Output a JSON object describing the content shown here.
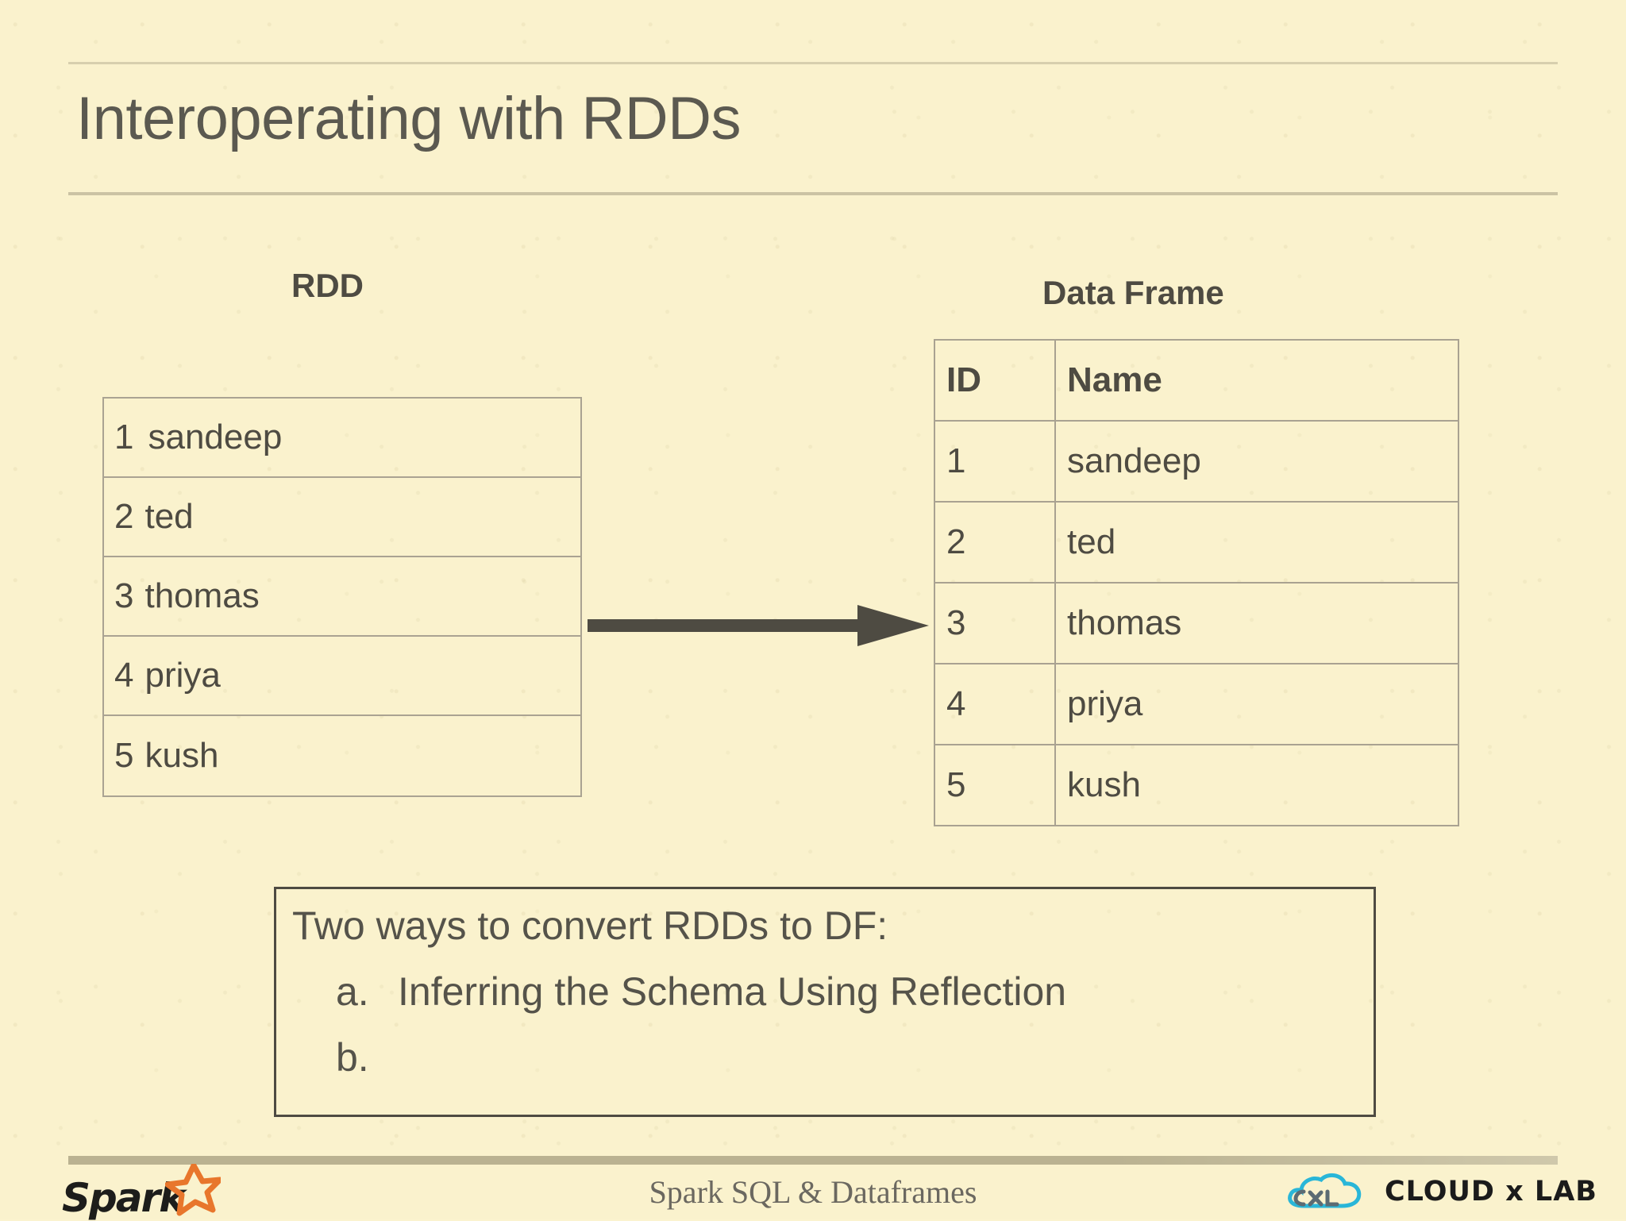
{
  "slide": {
    "title": "Interoperating with RDDs"
  },
  "rdd_panel": {
    "heading": "RDD",
    "rows": [
      {
        "id": "1",
        "name": "sandeep"
      },
      {
        "id": "2",
        "name": "ted"
      },
      {
        "id": "3",
        "name": "thomas"
      },
      {
        "id": "4",
        "name": "priya"
      },
      {
        "id": "5",
        "name": "kush"
      }
    ]
  },
  "dataframe_panel": {
    "heading": "Data Frame",
    "columns": [
      "ID",
      "Name"
    ],
    "rows": [
      {
        "id": "1",
        "name": "sandeep"
      },
      {
        "id": "2",
        "name": "ted"
      },
      {
        "id": "3",
        "name": "thomas"
      },
      {
        "id": "4",
        "name": "priya"
      },
      {
        "id": "5",
        "name": "kush"
      }
    ]
  },
  "arrow": {
    "label": "conversion-arrow"
  },
  "note_box": {
    "title": "Two ways to convert RDDs to DF:",
    "items": [
      {
        "marker": "a.",
        "text": "Inferring the Schema Using Reflection"
      },
      {
        "marker": "b.",
        "text": ""
      }
    ]
  },
  "footer": {
    "left_logo_text": "Spark",
    "center_text": "Spark SQL & Dataframes",
    "right_logo_text": "CLOUD x LAB"
  },
  "colors": {
    "background": "#faf2cd",
    "text": "#4e4b42",
    "title": "#5b5950",
    "rule": "#cbc3a4",
    "table_border": "#a9a291",
    "note_border": "#4e4b42",
    "footer_rule": "#bab291",
    "spark_star": "#e8762c",
    "cxl_cloud": "#29b6d8"
  }
}
